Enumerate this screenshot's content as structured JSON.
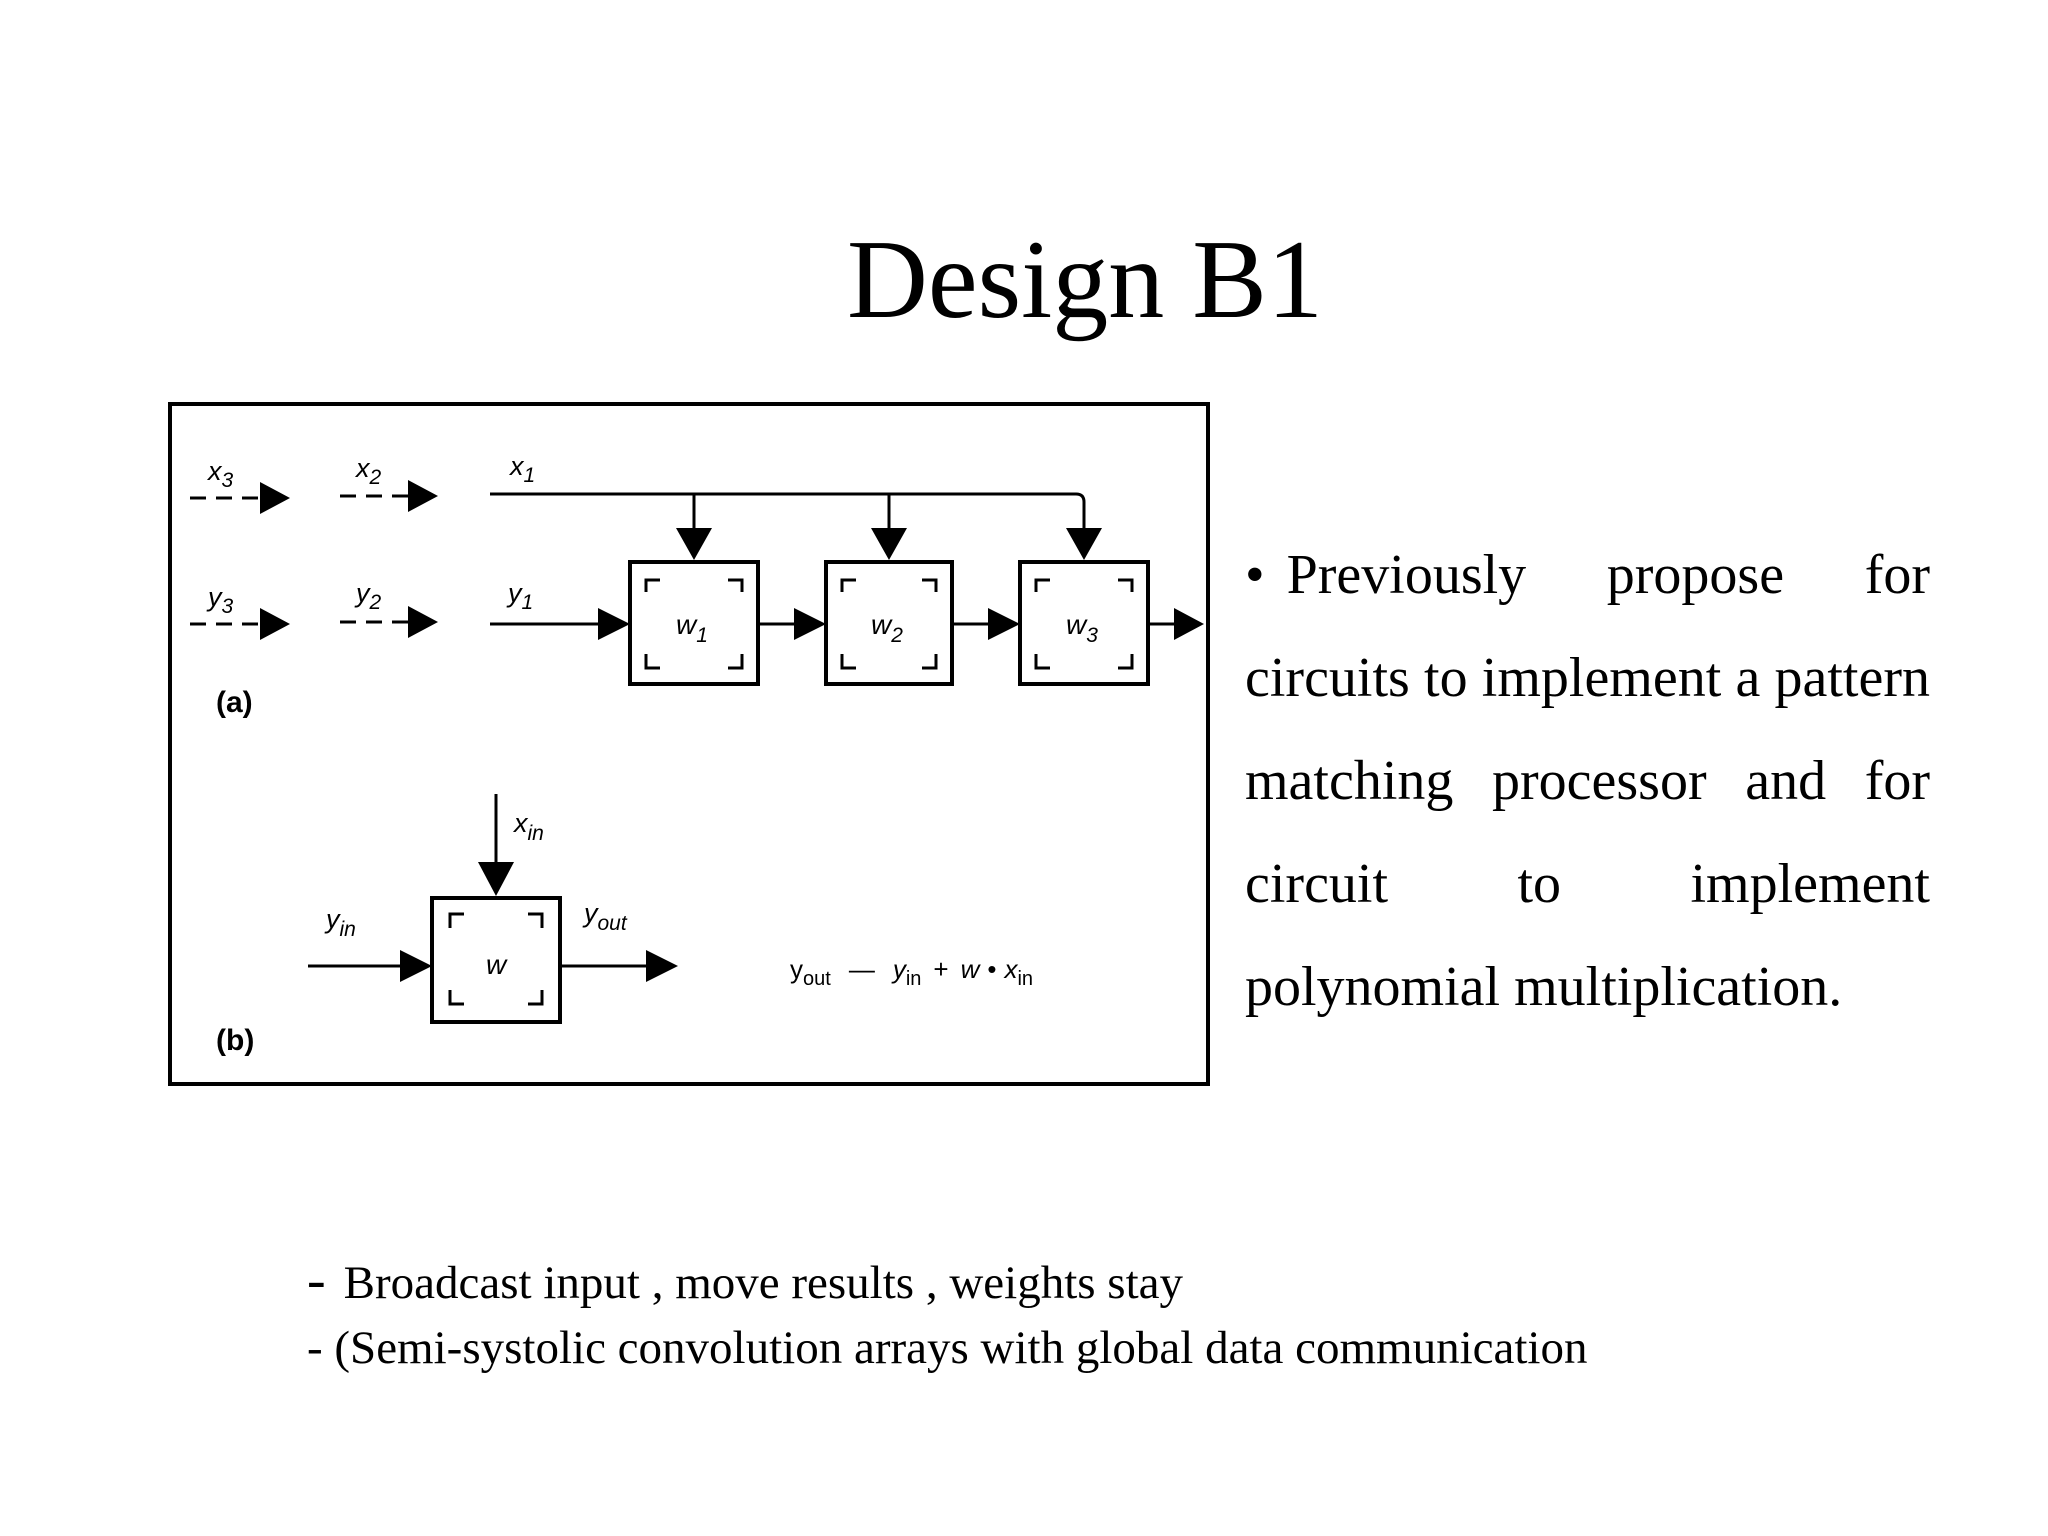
{
  "slide": {
    "title": "Design B1"
  },
  "diagram": {
    "part_a": {
      "label": "(a)",
      "x_inputs": [
        {
          "name": "x",
          "sub": "3"
        },
        {
          "name": "x",
          "sub": "2"
        },
        {
          "name": "x",
          "sub": "1"
        }
      ],
      "y_inputs": [
        {
          "name": "y",
          "sub": "3"
        },
        {
          "name": "y",
          "sub": "2"
        },
        {
          "name": "y",
          "sub": "1"
        }
      ],
      "cells": [
        {
          "name": "w",
          "sub": "1"
        },
        {
          "name": "w",
          "sub": "2"
        },
        {
          "name": "w",
          "sub": "3"
        }
      ]
    },
    "part_b": {
      "label": "(b)",
      "x_input": {
        "name": "x",
        "sub": "in"
      },
      "y_input": {
        "name": "y",
        "sub": "in"
      },
      "y_output": {
        "name": "y",
        "sub": "out"
      },
      "cell": {
        "name": "w"
      },
      "equation": {
        "lhs": {
          "name": "y",
          "sub": "out"
        },
        "relation": "—",
        "rhs_1": {
          "name": "y",
          "sub": "in"
        },
        "plus": "+",
        "rhs_2": "w",
        "dot": "•",
        "rhs_3": {
          "name": "x",
          "sub": "in"
        }
      }
    }
  },
  "bullet": {
    "mark": "•",
    "text": "Previously propose for circuits to implement a pattern matching processor and for circuit to implement polynomial multiplication."
  },
  "footnotes": {
    "line_1_dash": "-",
    "line_1": "Broadcast input , move results , weights stay",
    "line_2": "- (Semi-systolic convolution arrays with global data communication"
  }
}
